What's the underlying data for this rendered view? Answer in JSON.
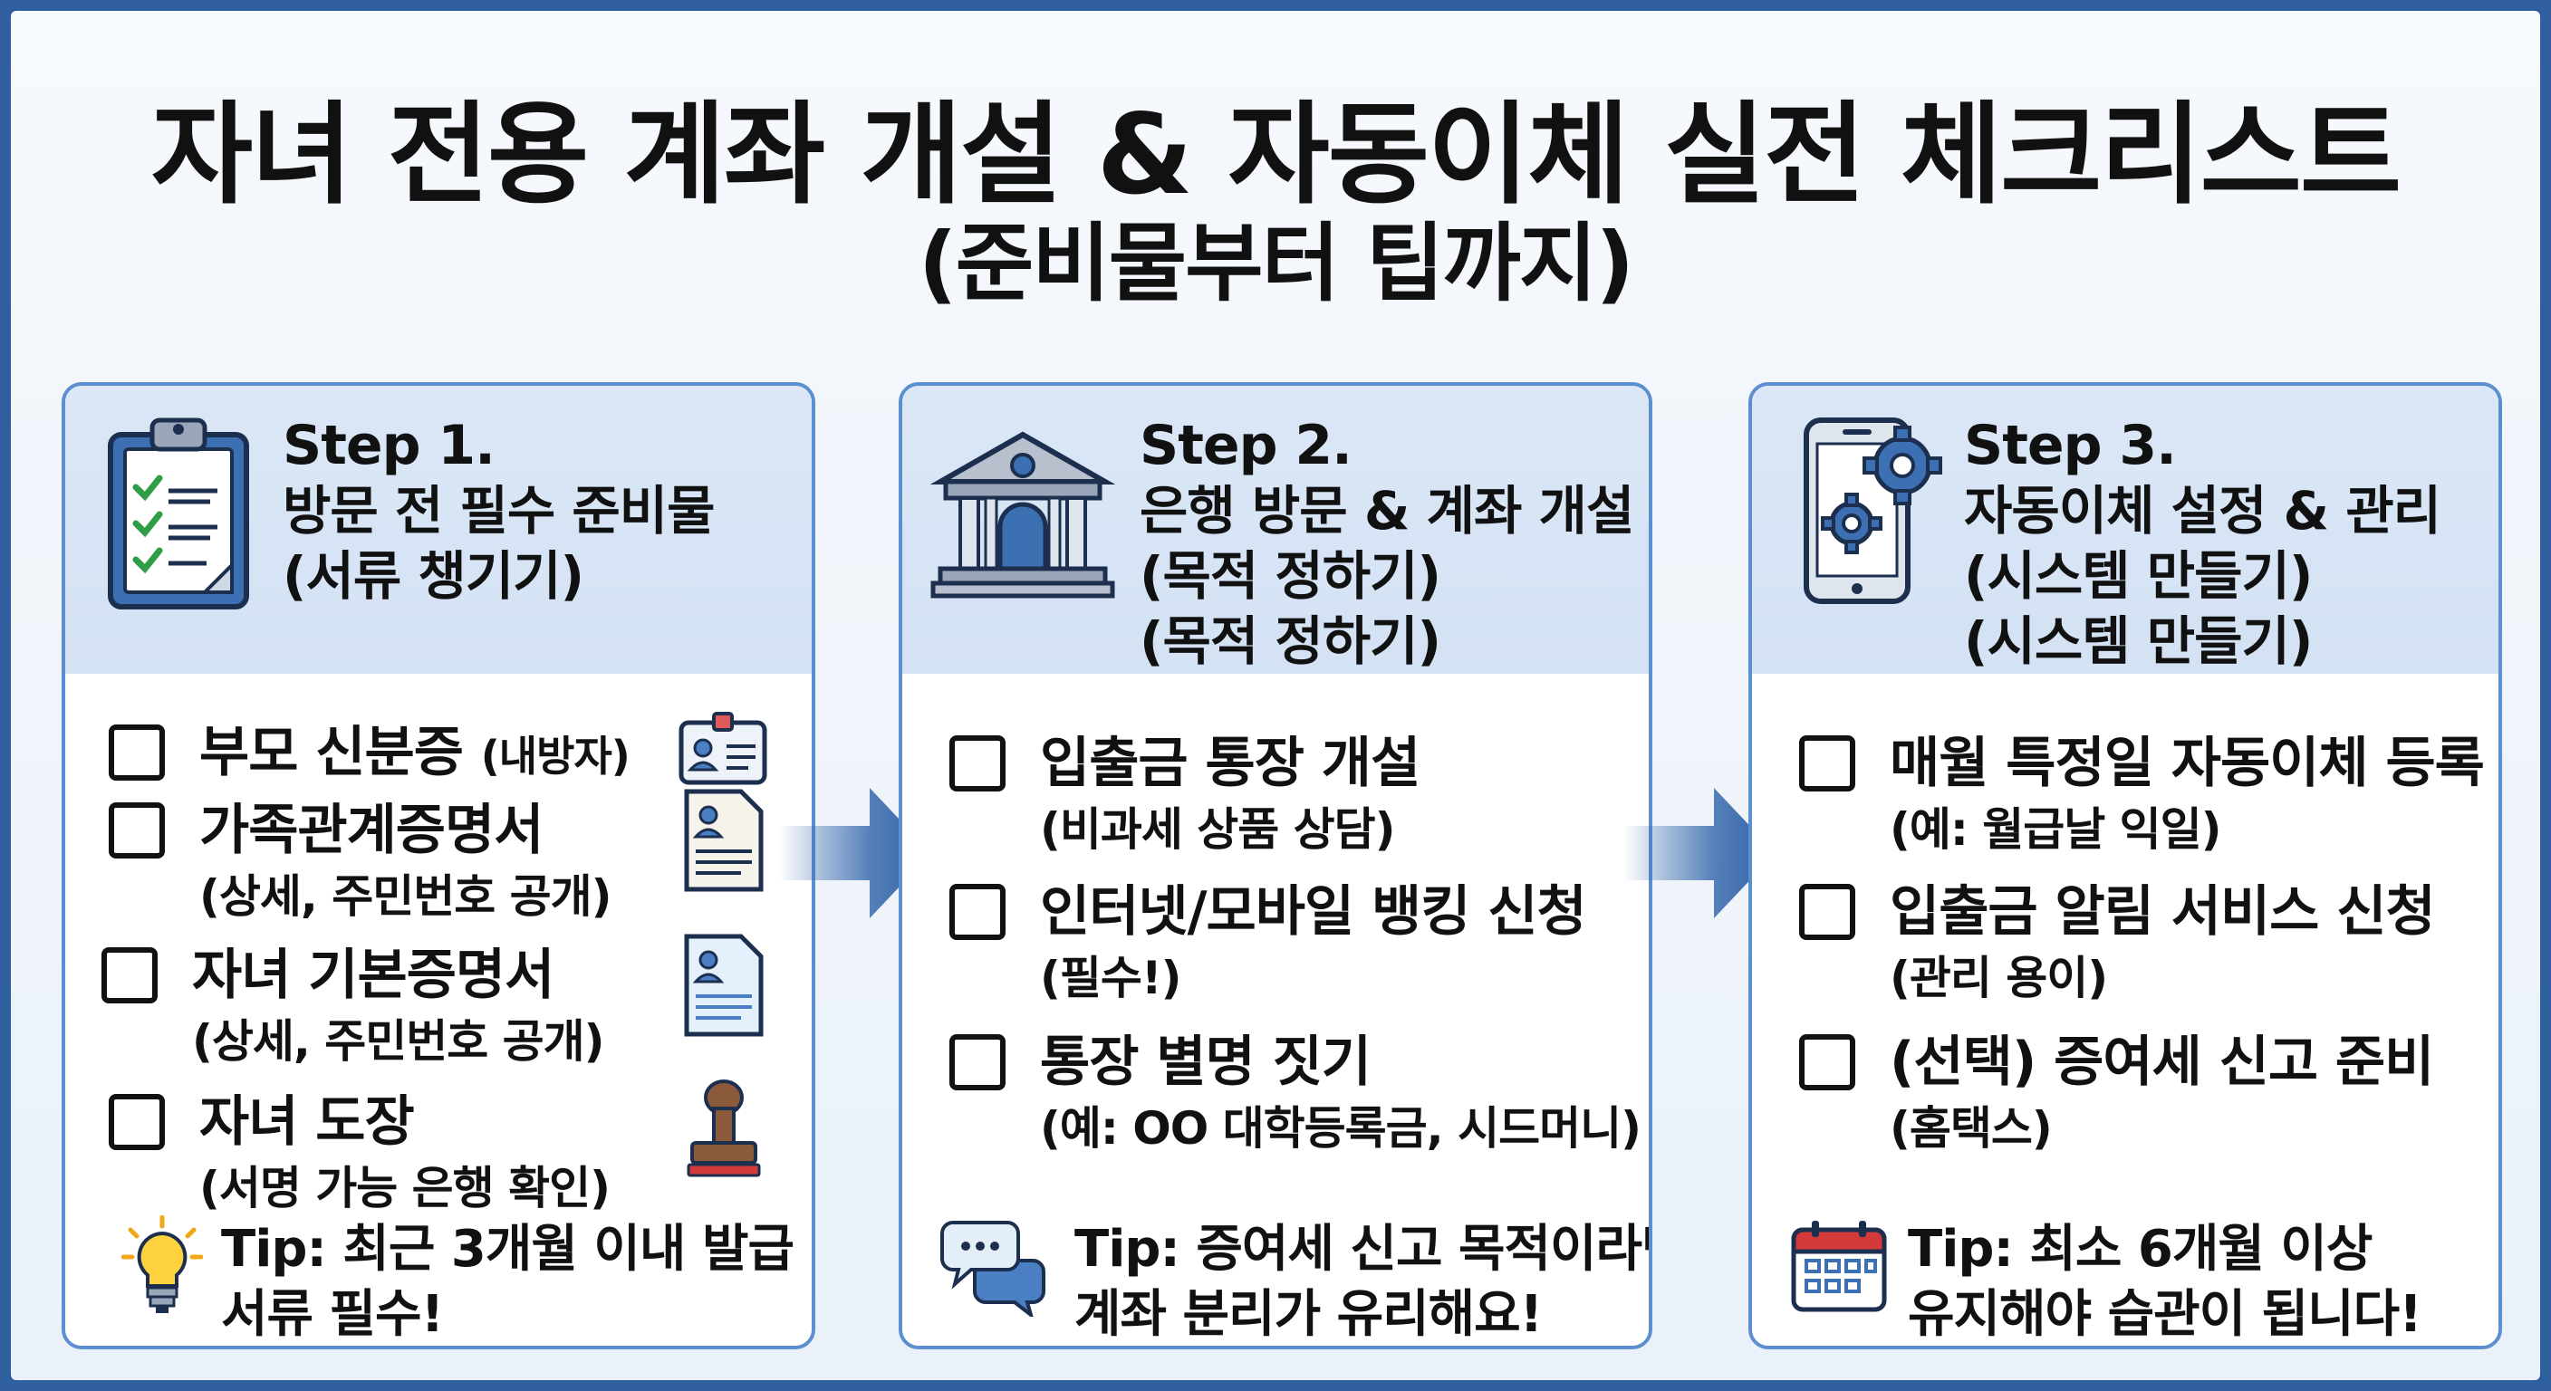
{
  "title": "자녀 전용 계좌 개설 & 자동이체 실전 체크리스트",
  "subtitle": "(준비물부터 팁까지)",
  "steps": [
    {
      "step": "Step 1.",
      "title": "방문 전 필수 준비물",
      "subtitle": "(서류 챙기기)",
      "icon": "clipboard-checklist-icon",
      "items": [
        {
          "main": "부모 신분증",
          "main_small": "(내방자)",
          "sub": "",
          "icon": "id-card-icon"
        },
        {
          "main": "가족관계증명서",
          "main_small": "",
          "sub": "(상세, 주민번호 공개)",
          "icon": "document-icon"
        },
        {
          "main": "자녀 기본증명서",
          "main_small": "",
          "sub": "(상세, 주민번호 공개)",
          "icon": "document-icon"
        },
        {
          "main": "자녀 도장",
          "main_small": "",
          "sub": "(서명 가능 은행 확인)",
          "icon": "stamp-icon"
        }
      ],
      "tip_line1": "Tip: 최근 3개월 이내 발급",
      "tip_line2": "서류 필수!",
      "tip_icon": "lightbulb-icon"
    },
    {
      "step": "Step 2.",
      "title": "은행 방문 & 계좌 개설",
      "subtitle": "(목적 정하기)",
      "subtitle2": "(목적 정하기)",
      "icon": "bank-building-icon",
      "items": [
        {
          "main": "입출금 통장 개설",
          "sub": "(비과세 상품 상담)"
        },
        {
          "main": "인터넷/모바일 뱅킹 신청",
          "sub": "(필수!)"
        },
        {
          "main": "통장 별명 짓기",
          "sub": "(예: OO 대학등록금, 시드머니)"
        }
      ],
      "tip_line1": "Tip: 증여세 신고 목적이라면",
      "tip_line2": "계좌 분리가 유리해요!",
      "tip_icon": "chat-bubbles-icon"
    },
    {
      "step": "Step 3.",
      "title": "자동이체 설정 & 관리",
      "subtitle": "(시스템 만들기)",
      "subtitle2": "(시스템 만들기)",
      "icon": "smartphone-gears-icon",
      "items": [
        {
          "main": "매월 특정일 자동이체 등록",
          "sub": "(예: 월급날 익일)"
        },
        {
          "main": "입출금 알림 서비스 신청",
          "sub": "(관리 용이)"
        },
        {
          "main": "(선택) 증여세 신고 준비",
          "sub": "(홈택스)"
        }
      ],
      "tip_line1": "Tip: 최소 6개월 이상",
      "tip_line2": "유지해야 습관이 됩니다!",
      "tip_icon": "calendar-icon"
    }
  ],
  "colors": {
    "border": "#5b8fd0",
    "header_bg": "#d3e2f4",
    "arrow": "#2f62a8",
    "frame": "#2f5f9e"
  }
}
